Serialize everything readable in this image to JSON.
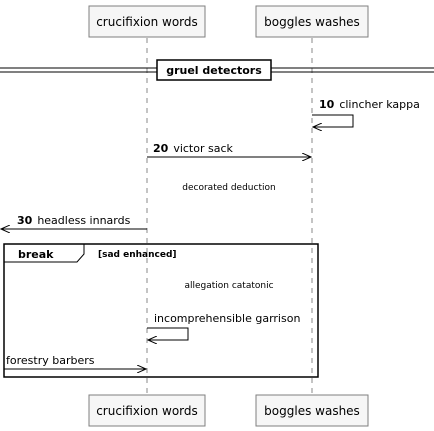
{
  "participants": [
    {
      "name": "crucifixion words"
    },
    {
      "name": "boggles washes"
    }
  ],
  "divider": {
    "label": "gruel detectors"
  },
  "messages": [
    {
      "number": "10",
      "text": "clincher kappa"
    },
    {
      "number": "20",
      "text": "victor sack"
    },
    {
      "number": "30",
      "text": "headless innards"
    },
    {
      "number": "",
      "text": "incomprehensible garrison"
    },
    {
      "number": "",
      "text": "forestry barbers"
    }
  ],
  "notes": [
    {
      "text": "decorated deduction"
    },
    {
      "text": "allegation catatonic"
    }
  ],
  "fragment": {
    "operator": "break",
    "guard": "[sad enhanced]"
  }
}
